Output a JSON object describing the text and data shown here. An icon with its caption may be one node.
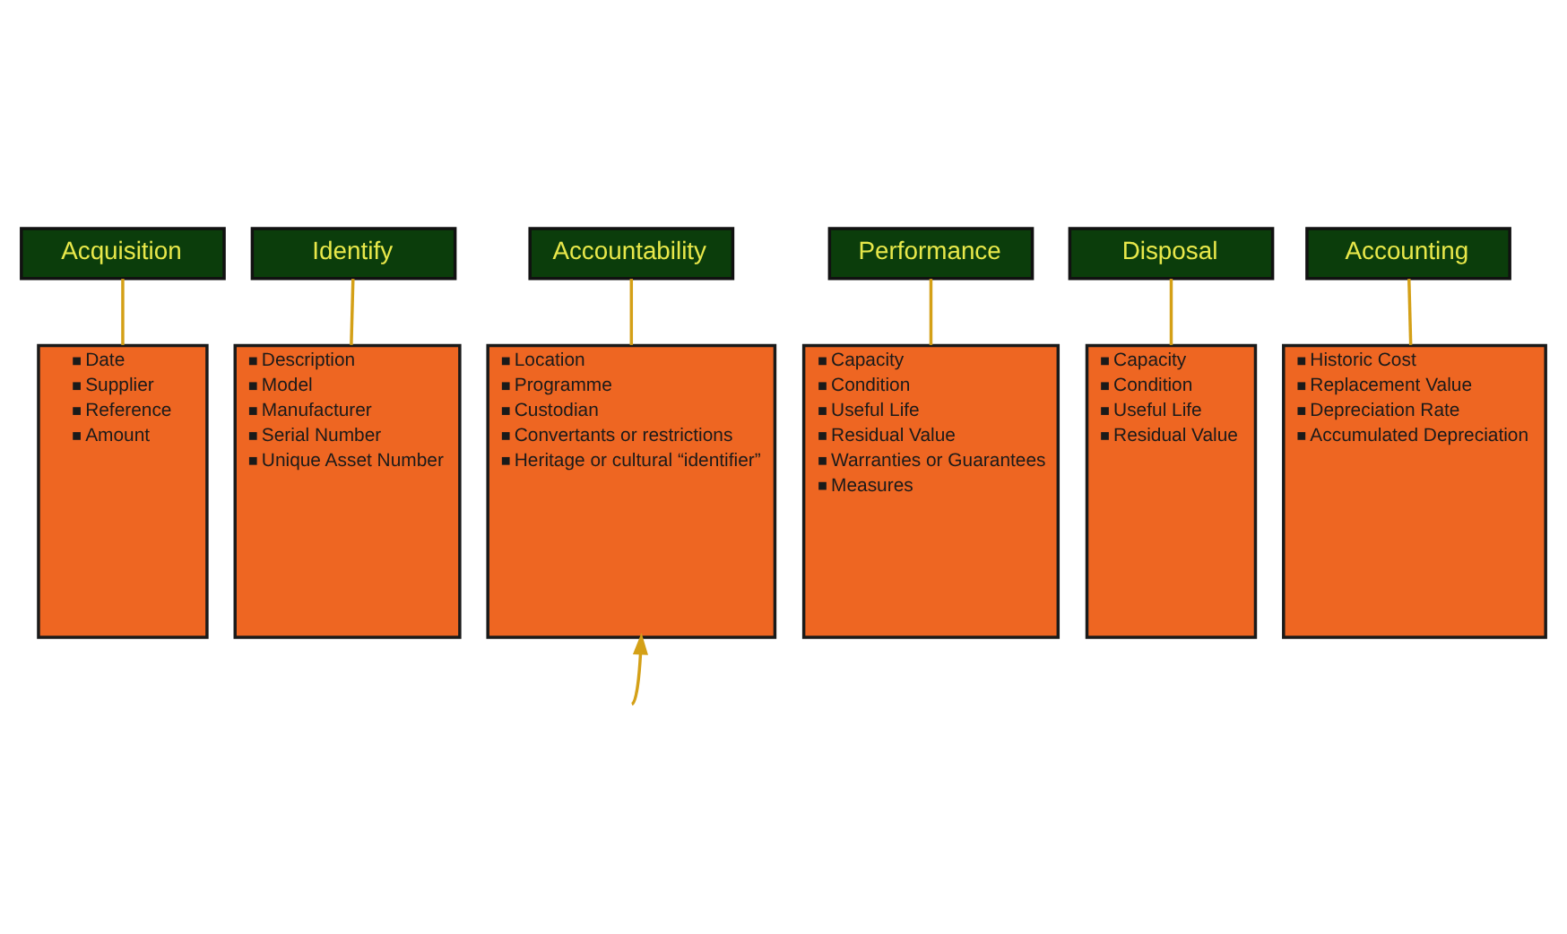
{
  "diagram": {
    "nodes": [
      {
        "text": [
          "Acquisition"
        ]
      },
      {
        "text": [
          "Date",
          "Supplier",
          "Reference",
          "Amount"
        ]
      },
      {
        "text": [
          "Identify"
        ]
      },
      {
        "text": [
          "Description",
          "Model",
          "Manufacturer",
          "Serial Number",
          "Unique Asset Number"
        ]
      },
      {
        "text": [
          "Accountability"
        ]
      },
      {
        "text": [
          "Location",
          "Programme",
          "Custodian",
          "Convertants or restrictions",
          "Heritage or cultural “identifier”"
        ]
      },
      {
        "text": [
          "Performance"
        ]
      },
      {
        "text": [
          "Capacity",
          "Condition",
          "Useful Life",
          "Residual Value",
          "Warranties or Guarantees",
          "Measures"
        ]
      },
      {
        "text": [
          "Disposal"
        ]
      },
      {
        "text": [
          "Capacity",
          "Condition",
          "Useful Life",
          "Residual Value"
        ]
      },
      {
        "text": [
          "Accounting"
        ]
      },
      {
        "text": [
          "Historic Cost",
          "Replacement Value",
          "Depreciation Rate",
          "Accumulated Depreciation"
        ]
      }
    ],
    "edges": [
      {
        "from": 0,
        "to": 1,
        "arrow": "none"
      },
      {
        "from": 2,
        "to": 3,
        "arrow": "none"
      },
      {
        "from": 4,
        "to": 5,
        "arrow": "none"
      },
      {
        "from": 6,
        "to": 7,
        "arrow": "none"
      },
      {
        "from": 8,
        "to": 9,
        "arrow": "none"
      },
      {
        "from": 10,
        "to": 11,
        "arrow": "none"
      },
      {
        "from": null,
        "to": 5,
        "arrow": "to"
      }
    ]
  }
}
